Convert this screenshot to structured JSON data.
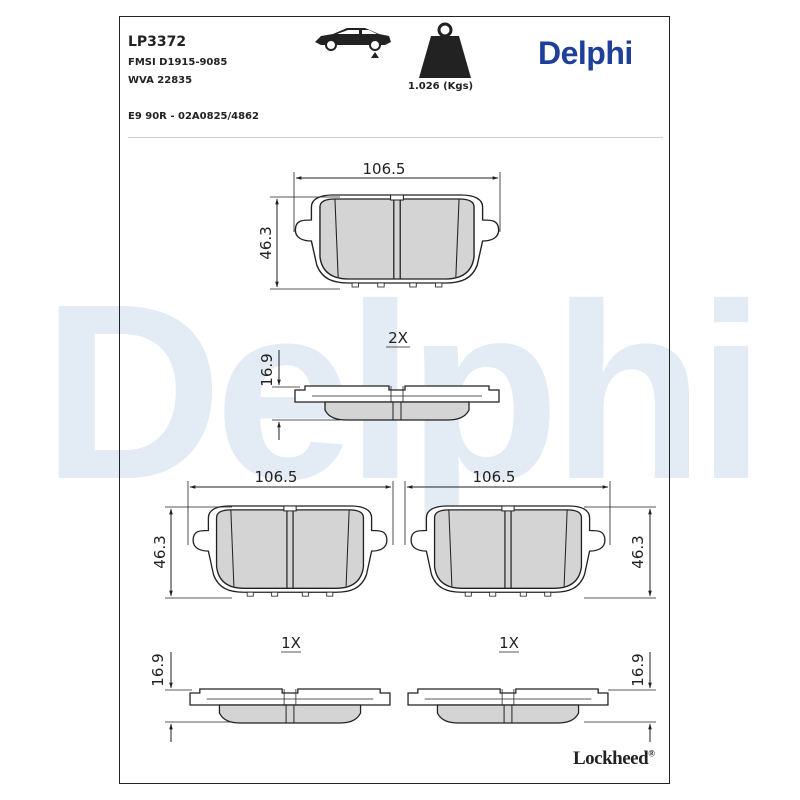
{
  "header": {
    "part_number": "LP3372",
    "fmsi": "FMSI D1915-9085",
    "wva": "WVA 22835",
    "approval": "E9 90R - 02A0825/4862",
    "weight_label": "1.026 (Kgs)",
    "brand": "Delphi",
    "watermark": "Delphi"
  },
  "footer": {
    "brand": "Lockheed",
    "registered": "®"
  },
  "icons": [
    "car-axle-icon",
    "weight-icon"
  ],
  "colors": {
    "brand_blue": "#1e3f9a",
    "watermark_blue": "#e3ebf4",
    "pad_fill": "#d4d4d4",
    "line": "#222222"
  },
  "top_pad": {
    "width_label": "106.5",
    "height_label": "46.3",
    "quantity": "2X",
    "thickness_label": "16.9"
  },
  "left_pad": {
    "width_label": "106.5",
    "height_label": "46.3",
    "quantity": "1X",
    "thickness_label": "16.9"
  },
  "right_pad": {
    "width_label": "106.5",
    "height_label": "46.3",
    "quantity": "1X",
    "thickness_label": "16.9"
  }
}
